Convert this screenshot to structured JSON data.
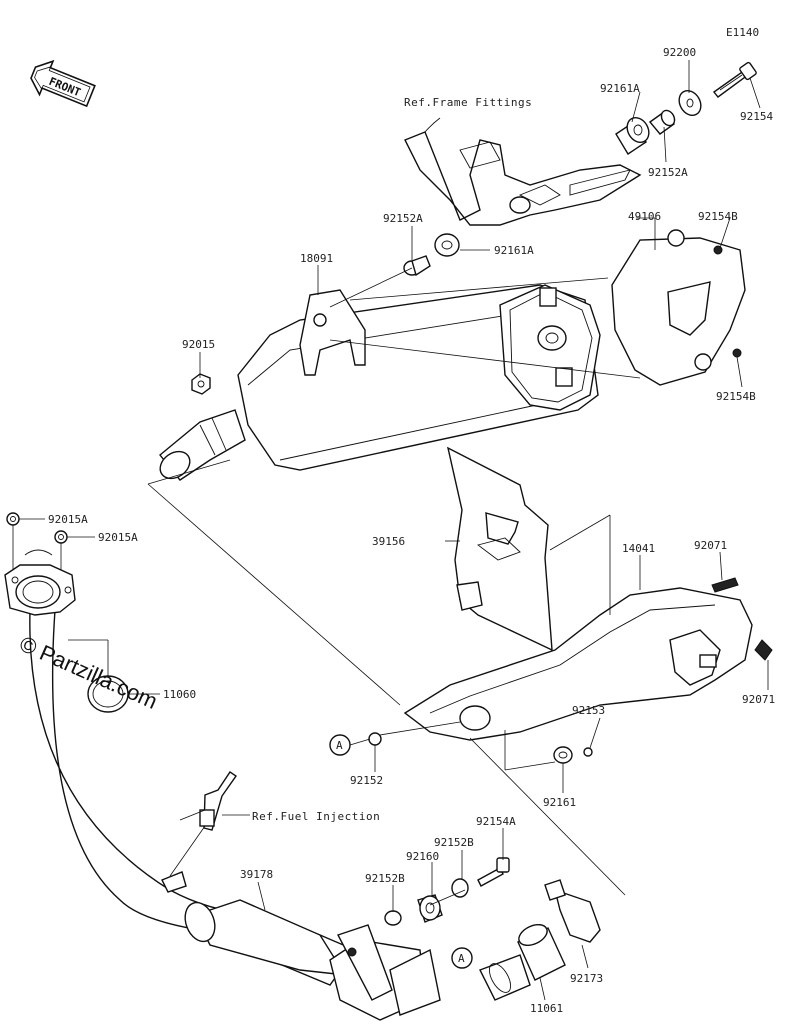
{
  "diagram_code": "E1140",
  "front_arrow_label": "FRONT",
  "references": {
    "frame_fittings": "Ref.Frame Fittings",
    "fuel_injection": "Ref.Fuel Injection"
  },
  "watermark": {
    "symbol": "©",
    "text": "Partzilla.com"
  },
  "marker_label": "A",
  "part_labels": {
    "p92200": "92200",
    "p92154_top": "92154",
    "p92161A_top": "92161A",
    "p92152A_top": "92152A",
    "p92152A_mid": "92152A",
    "p92161A_mid": "92161A",
    "p49106": "49106",
    "p92154B_top": "92154B",
    "p92154B_bot": "92154B",
    "p18091": "18091",
    "p92015": "92015",
    "p92015A_1": "92015A",
    "p92015A_2": "92015A",
    "p11060": "11060",
    "p39156": "39156",
    "p14041": "14041",
    "p92071_top": "92071",
    "p92071_bot": "92071",
    "p92153": "92153",
    "p92152": "92152",
    "p92161": "92161",
    "p92154A": "92154A",
    "p92152B_top": "92152B",
    "p92160": "92160",
    "p92152B_left": "92152B",
    "p39178": "39178",
    "p92173": "92173",
    "p11061": "11061"
  }
}
